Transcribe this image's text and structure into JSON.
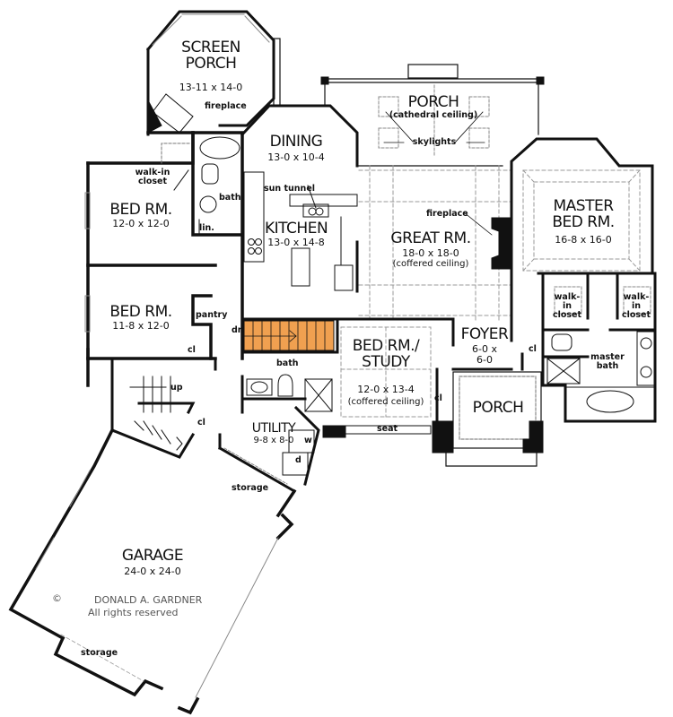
{
  "plan": {
    "rooms": {
      "screen_porch": {
        "name_line1": "SCREEN",
        "name_line2": "PORCH",
        "dims": "13-11 x 14-0",
        "feature": "fireplace"
      },
      "porch_rear": {
        "name": "PORCH",
        "note": "(cathedral ceiling)",
        "feature": "skylights"
      },
      "dining": {
        "name": "DINING",
        "dims": "13-0 x 10-4"
      },
      "kitchen": {
        "name": "KITCHEN",
        "dims": "13-0 x 14-8",
        "feature": "sun tunnel"
      },
      "great_room": {
        "name": "GREAT RM.",
        "dims": "18-0 x 18-0",
        "note": "(coffered ceiling)",
        "feature": "fireplace"
      },
      "master_bed": {
        "name_line1": "MASTER",
        "name_line2": "BED RM.",
        "dims": "16-8 x 16-0"
      },
      "bed_1": {
        "name": "BED RM.",
        "dims": "12-0 x 12-0",
        "closet": "walk-in closet",
        "bath": "bath",
        "linen": "lin."
      },
      "bed_2": {
        "name": "BED RM.",
        "dims": "11-8 x 12-0",
        "pantry": "pantry",
        "closet": "cl"
      },
      "bed_study": {
        "name_line1": "BED RM./",
        "name_line2": "STUDY",
        "dims": "12-0 x 13-4",
        "note": "(coffered ceiling)",
        "seat": "seat",
        "closet": "cl"
      },
      "foyer": {
        "name": "FOYER",
        "dims_line1": "6-0 x",
        "dims_line2": "6-0",
        "closet": "cl"
      },
      "porch_front": {
        "name": "PORCH"
      },
      "master_bath": {
        "name_line1": "master",
        "name_line2": "bath",
        "closet_left": "walk-in closet",
        "closet_right": "walk-in closet"
      },
      "hall_bath": {
        "name": "bath"
      },
      "utility": {
        "name": "UTILITY",
        "dims": "9-8 x 8-0",
        "washer": "w",
        "dryer": "d",
        "storage": "storage"
      },
      "garage": {
        "name": "GARAGE",
        "dims": "24-0 x 24-0",
        "storage": "storage"
      }
    },
    "stairs": {
      "down_label": "dn",
      "up_label": "up",
      "closet": "cl",
      "highlight_color": "#F0A050"
    },
    "copyright": {
      "symbol": "©",
      "line1": "DONALD A. GARDNER",
      "line2": "All rights reserved"
    }
  }
}
